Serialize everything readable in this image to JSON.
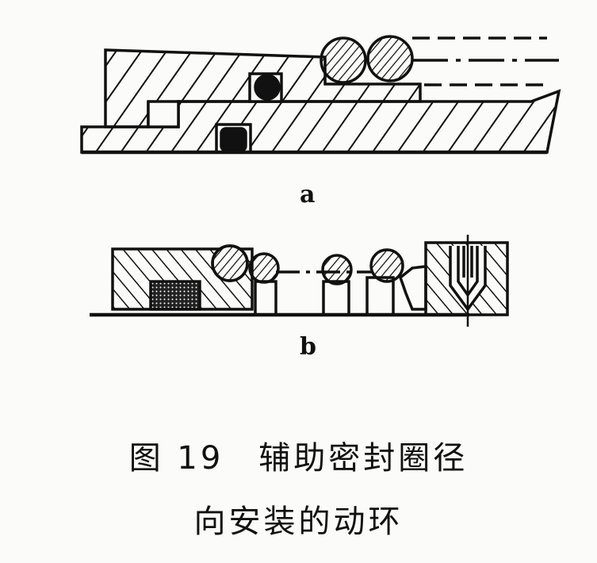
{
  "figure": {
    "label_a": "a",
    "label_b": "b",
    "caption_line1": "图 19　辅助密封圈径",
    "caption_line2": "向安装的动环"
  },
  "colors": {
    "ink": "#111111",
    "paper": "#fbfbf9"
  }
}
